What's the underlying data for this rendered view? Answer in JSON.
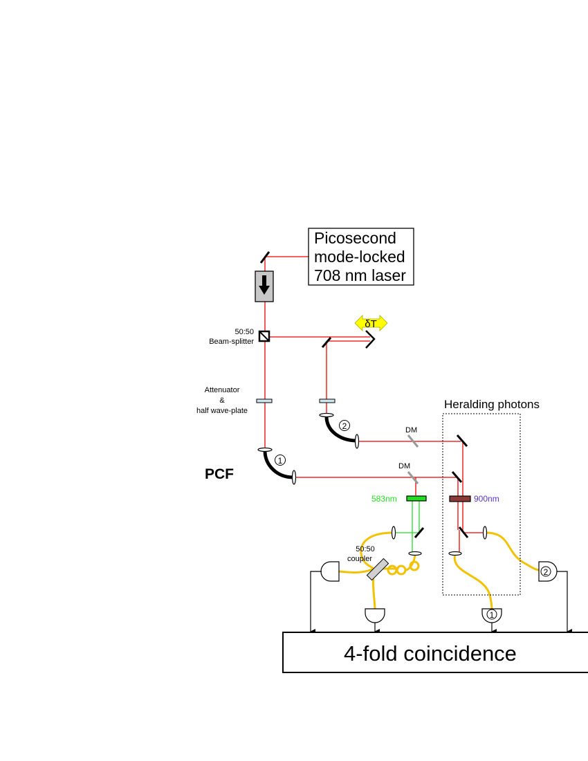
{
  "laser": {
    "lines": [
      "Picosecond",
      "mode-locked",
      "708 nm laser"
    ]
  },
  "beam_splitter": {
    "lines": [
      "50:50",
      "Beam-splitter"
    ]
  },
  "delay": {
    "label": "δT"
  },
  "attenuator": {
    "lines": [
      "Attenuator",
      "&",
      "half wave-plate"
    ]
  },
  "pcf": {
    "label": "PCF",
    "port1": "1",
    "port2": "2"
  },
  "dm_upper": {
    "label": "DM"
  },
  "dm_lower": {
    "label": "DM"
  },
  "filter_583": {
    "label": "583nm",
    "color": "#22dd22"
  },
  "filter_900": {
    "label": "900nm",
    "color": "#5533cc",
    "fill": "#8b3a3a"
  },
  "heralding": {
    "label": "Heralding photons"
  },
  "coupler": {
    "lines": [
      "50:50",
      "coupler"
    ]
  },
  "detectors": {
    "herald1": "1",
    "herald2": "2"
  },
  "coincidence": {
    "label": "4-fold coincidence"
  },
  "colors": {
    "beam": "#ee0000",
    "green_beam": "#22dd22",
    "fiber": "#f2c200",
    "delay_arrow": "#ffff00"
  }
}
